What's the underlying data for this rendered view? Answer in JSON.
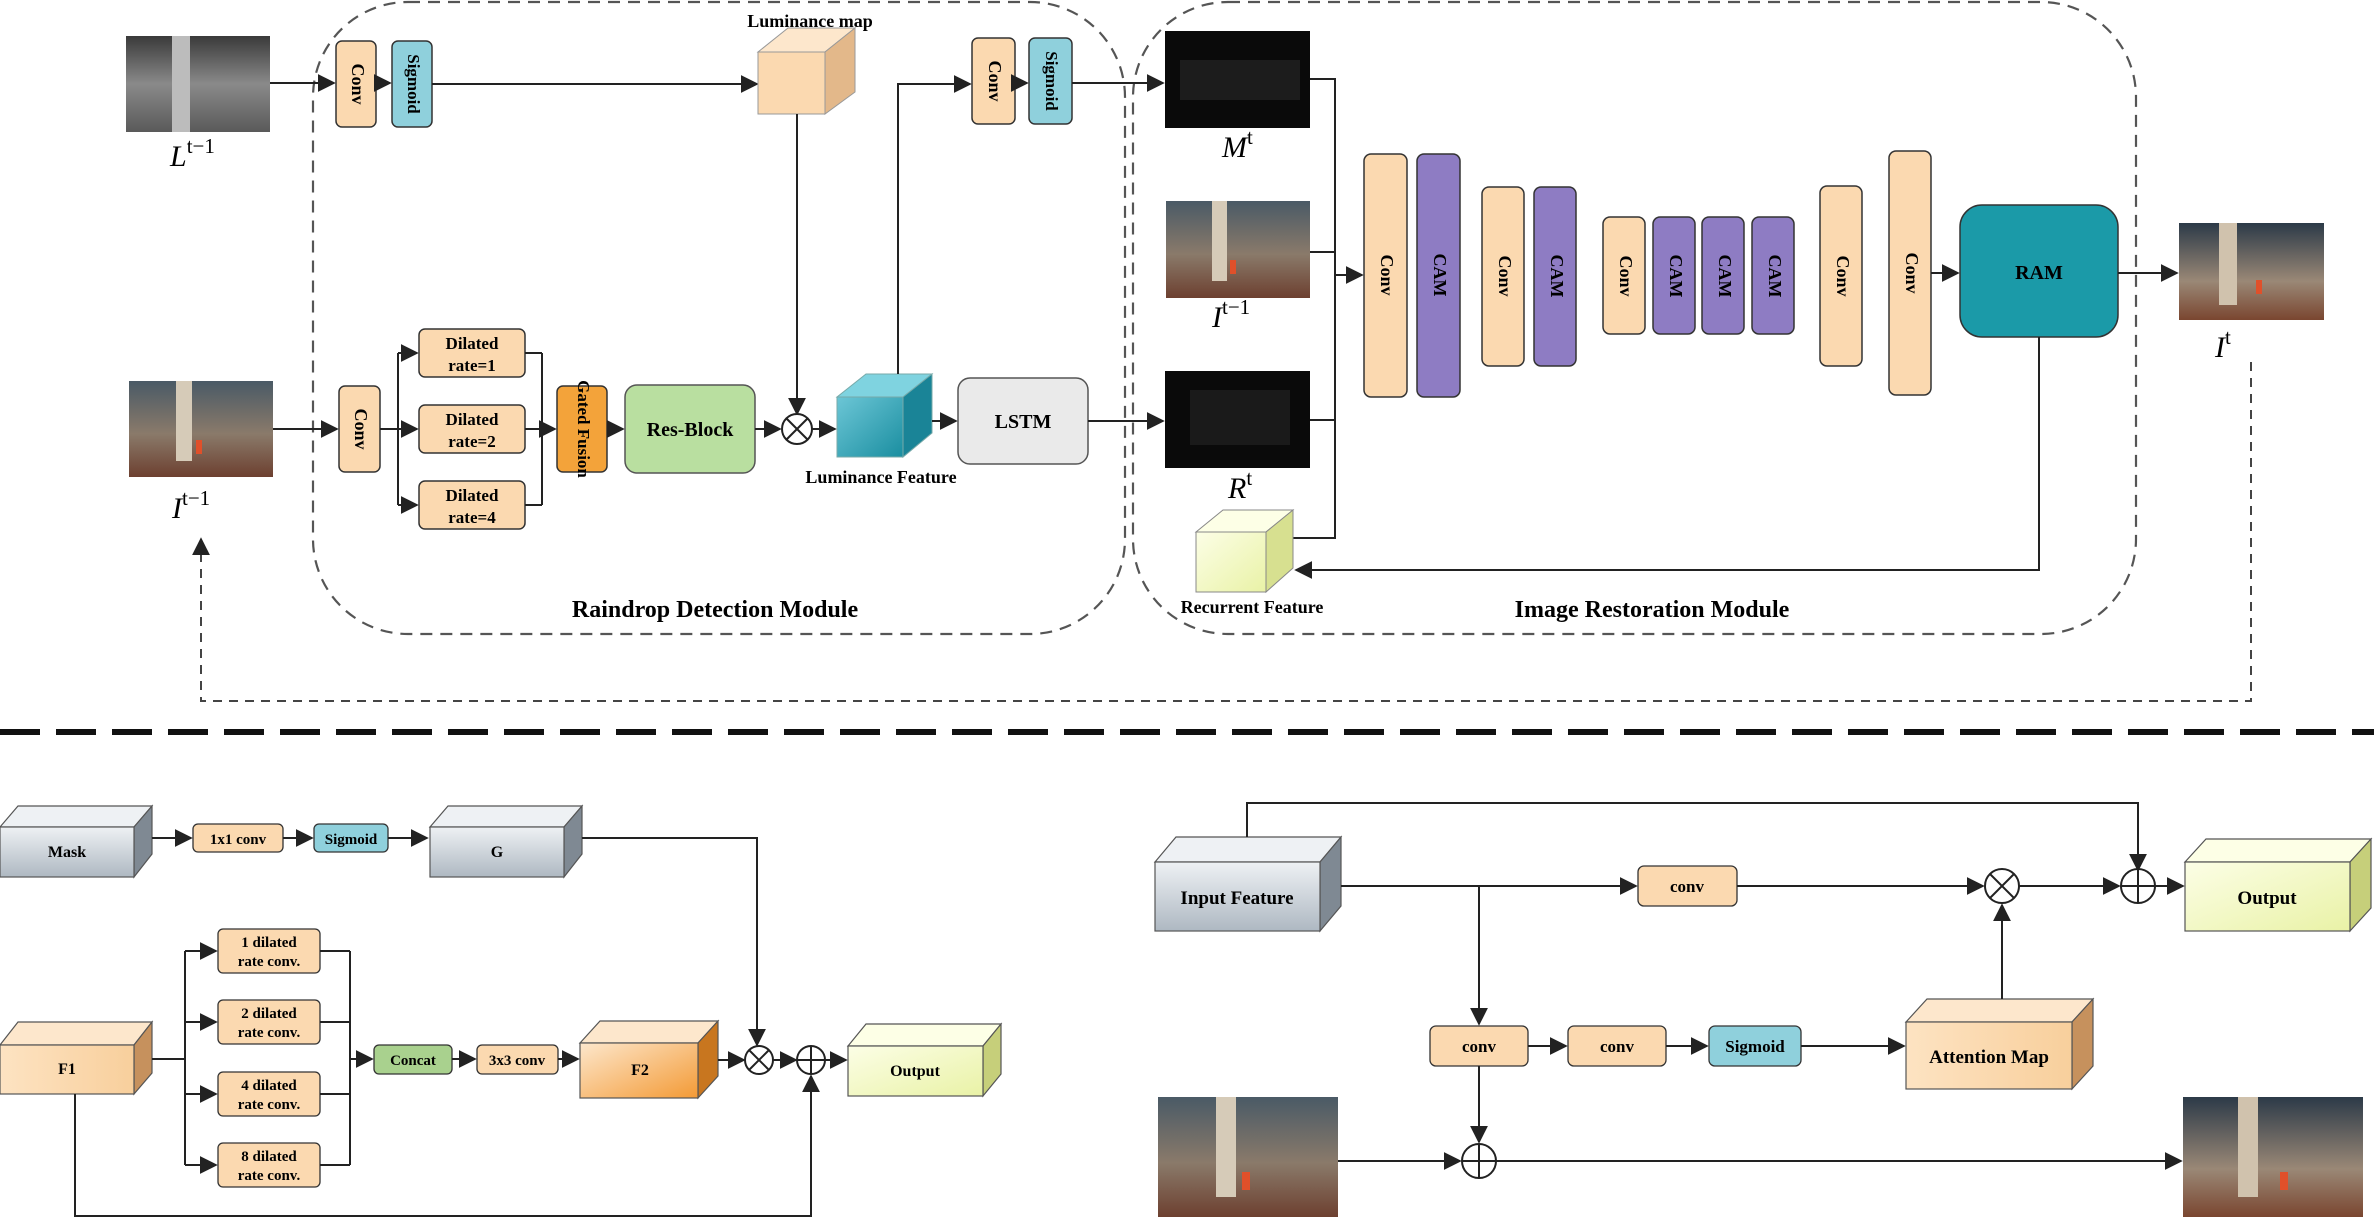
{
  "top": {
    "rdm_title": "Raindrop Detection Module",
    "irm_title": "Image Restoration Module",
    "conv": "Conv",
    "sigmoid": "Sigmoid",
    "gated_fusion": "Gated Fusion",
    "res_block": "Res-Block",
    "lstm": "LSTM",
    "cam": "CAM",
    "ram": "RAM",
    "luminance_map": "Luminance map",
    "luminance_feature": "Luminance Feature",
    "recurrent_feature": "Recurrent Feature",
    "dilated": {
      "d1": [
        "Dilated",
        "rate=1"
      ],
      "d2": [
        "Dilated",
        "rate=2"
      ],
      "d4": [
        "Dilated",
        "rate=4"
      ]
    },
    "var_L_prev": {
      "base": "L",
      "sup": "t−1"
    },
    "var_I_prev": {
      "base": "I",
      "sup": "t−1"
    },
    "var_M": {
      "base": "M",
      "sup": "t"
    },
    "var_I_prev2": {
      "base": "I",
      "sup": "t−1"
    },
    "var_R": {
      "base": "R",
      "sup": "t"
    },
    "var_I_out": {
      "base": "I",
      "sup": "t"
    }
  },
  "bottom_left": {
    "mask": "Mask",
    "conv1x1": "1x1 conv",
    "sigmoid": "Sigmoid",
    "g": "G",
    "f1": "F1",
    "dil1": [
      "1 dilated",
      "rate conv."
    ],
    "dil2": [
      "2 dilated",
      "rate conv."
    ],
    "dil4": [
      "4 dilated",
      "rate conv."
    ],
    "dil8": [
      "8 dilated",
      "rate conv."
    ],
    "concat": "Concat",
    "conv3x3": "3x3 conv",
    "f2": "F2",
    "output": "Output"
  },
  "bottom_right": {
    "input_feature": "Input Feature",
    "conv": "conv",
    "sigmoid": "Sigmoid",
    "attention_map": "Attention Map",
    "output": "Output"
  },
  "colors": {
    "conv": "#fbd9b0",
    "sigmoid": "#8fd0dc",
    "cam": "#8e7cc3",
    "ram": "#1b9aa8",
    "lstm": "#eaeaea",
    "res_block": "#b9dfa0",
    "gated": "#f3a33a",
    "concat": "#a9d18e",
    "gray_cube": "#c8d0d8",
    "yellow_cube": "#f7fbcc"
  }
}
